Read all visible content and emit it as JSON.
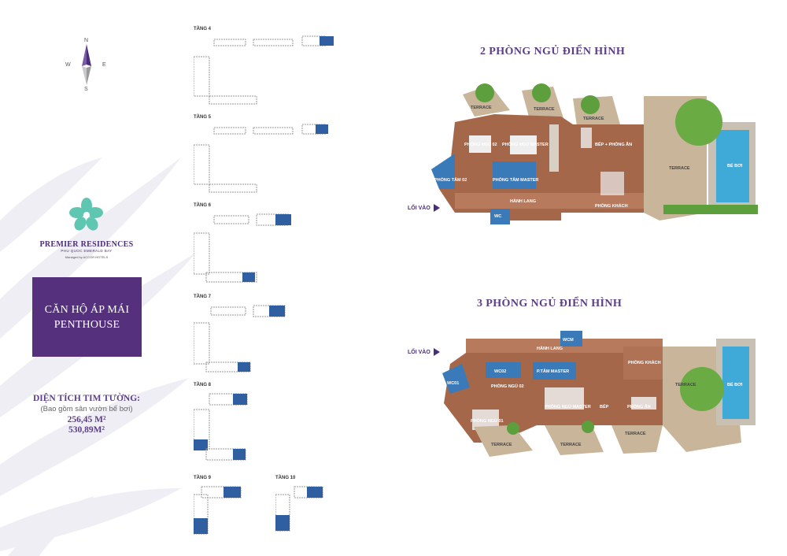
{
  "compass": {
    "n": "N",
    "s": "S",
    "w": "W",
    "e": "E"
  },
  "brand": {
    "name": "PREMIER RESIDENCES",
    "sub": "PHU QUOC EMERALD BAY",
    "managed": "Managed by ACCOR HOTELS"
  },
  "title": {
    "line1": "CĂN HỘ ÁP MÁI",
    "line2": "PENTHOUSE"
  },
  "area": {
    "label": "DIỆN TÍCH TIM TƯỜNG:",
    "sub": "(Bao gồm sân vườn bể bơi)",
    "value1": "256,45 M²",
    "value2": "530,89M²"
  },
  "floors": [
    "TẦNG 4",
    "TẦNG 5",
    "TẦNG 6",
    "TẦNG 7",
    "TẦNG 8",
    "TẦNG 9",
    "TẦNG 10"
  ],
  "colors": {
    "accent": "#54307d",
    "highlight": "#2f5fa0",
    "wood": "#a5674a",
    "terrace": "#c9b59a",
    "pool": "#3fa9d8",
    "bath": "#3b7ab8"
  },
  "plan1": {
    "title": "2 PHÒNG NGỦ ĐIỂN HÌNH",
    "entry": "LỐI VÀO",
    "rooms": {
      "terrace1": "TERRACE",
      "terrace2": "TERRACE",
      "terrace3": "TERRACE",
      "bed2": "PHÒNG NGỦ 02",
      "master": "PHÒNG NGỦ MASTER",
      "kitchen": "BẾP + PHÒNG ĂN",
      "bath2": "PHÒNG TẮM 02",
      "bathMaster": "PHÒNG TẮM MASTER",
      "hall": "HÀNH LANG",
      "wc": "WC",
      "living": "PHÒNG KHÁCH",
      "terraceBig": "TERRACE",
      "pool": "BỂ BƠI"
    }
  },
  "plan2": {
    "title": "3 PHÒNG NGỦ ĐIỂN HÌNH",
    "entry": "LỐI VÀO",
    "rooms": {
      "wcm": "WCM",
      "hall": "HÀNH LANG",
      "wc2": "WC02",
      "tamMaster": "P.TẮM MASTER",
      "khach": "PHÒNG KHÁCH",
      "wc1": "WC01",
      "bed2": "PHÒNG NGỦ 02",
      "bed1": "PHÒNG NGỦ 01",
      "master": "PHÒNG NGỦ MASTER",
      "bep": "BẾP",
      "an": "PHÒNG ĂN",
      "terrace1": "TERRACE",
      "terrace2": "TERRACE",
      "terrace3": "TERRACE",
      "terraceBig": "TERRACE",
      "pool": "BỂ BƠI"
    }
  }
}
